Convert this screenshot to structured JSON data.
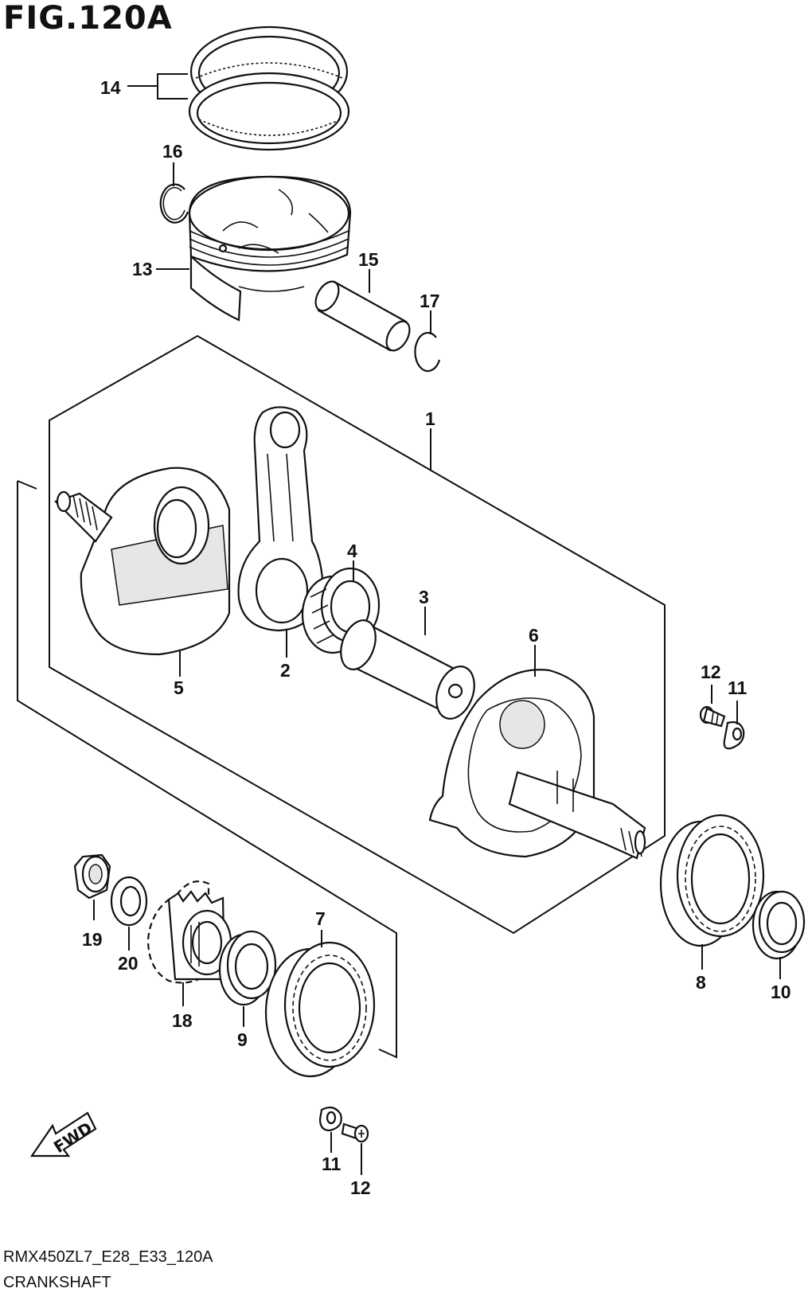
{
  "header": {
    "figure_title": "FIG.120A"
  },
  "footer": {
    "model_code": "RMX450ZL7_E28_E33_120A",
    "section_name": "CRANKSHAFT"
  },
  "direction_marker": {
    "text": "FWD"
  },
  "callouts": {
    "c1": "1",
    "c2": "2",
    "c3": "3",
    "c4": "4",
    "c5": "5",
    "c6": "6",
    "c7": "7",
    "c8": "8",
    "c9": "9",
    "c10": "10",
    "c11a": "11",
    "c11b": "11",
    "c12a": "12",
    "c12b": "12",
    "c13": "13",
    "c14": "14",
    "c15": "15",
    "c16": "16",
    "c17": "17",
    "c18": "18",
    "c19": "19",
    "c20": "20"
  }
}
